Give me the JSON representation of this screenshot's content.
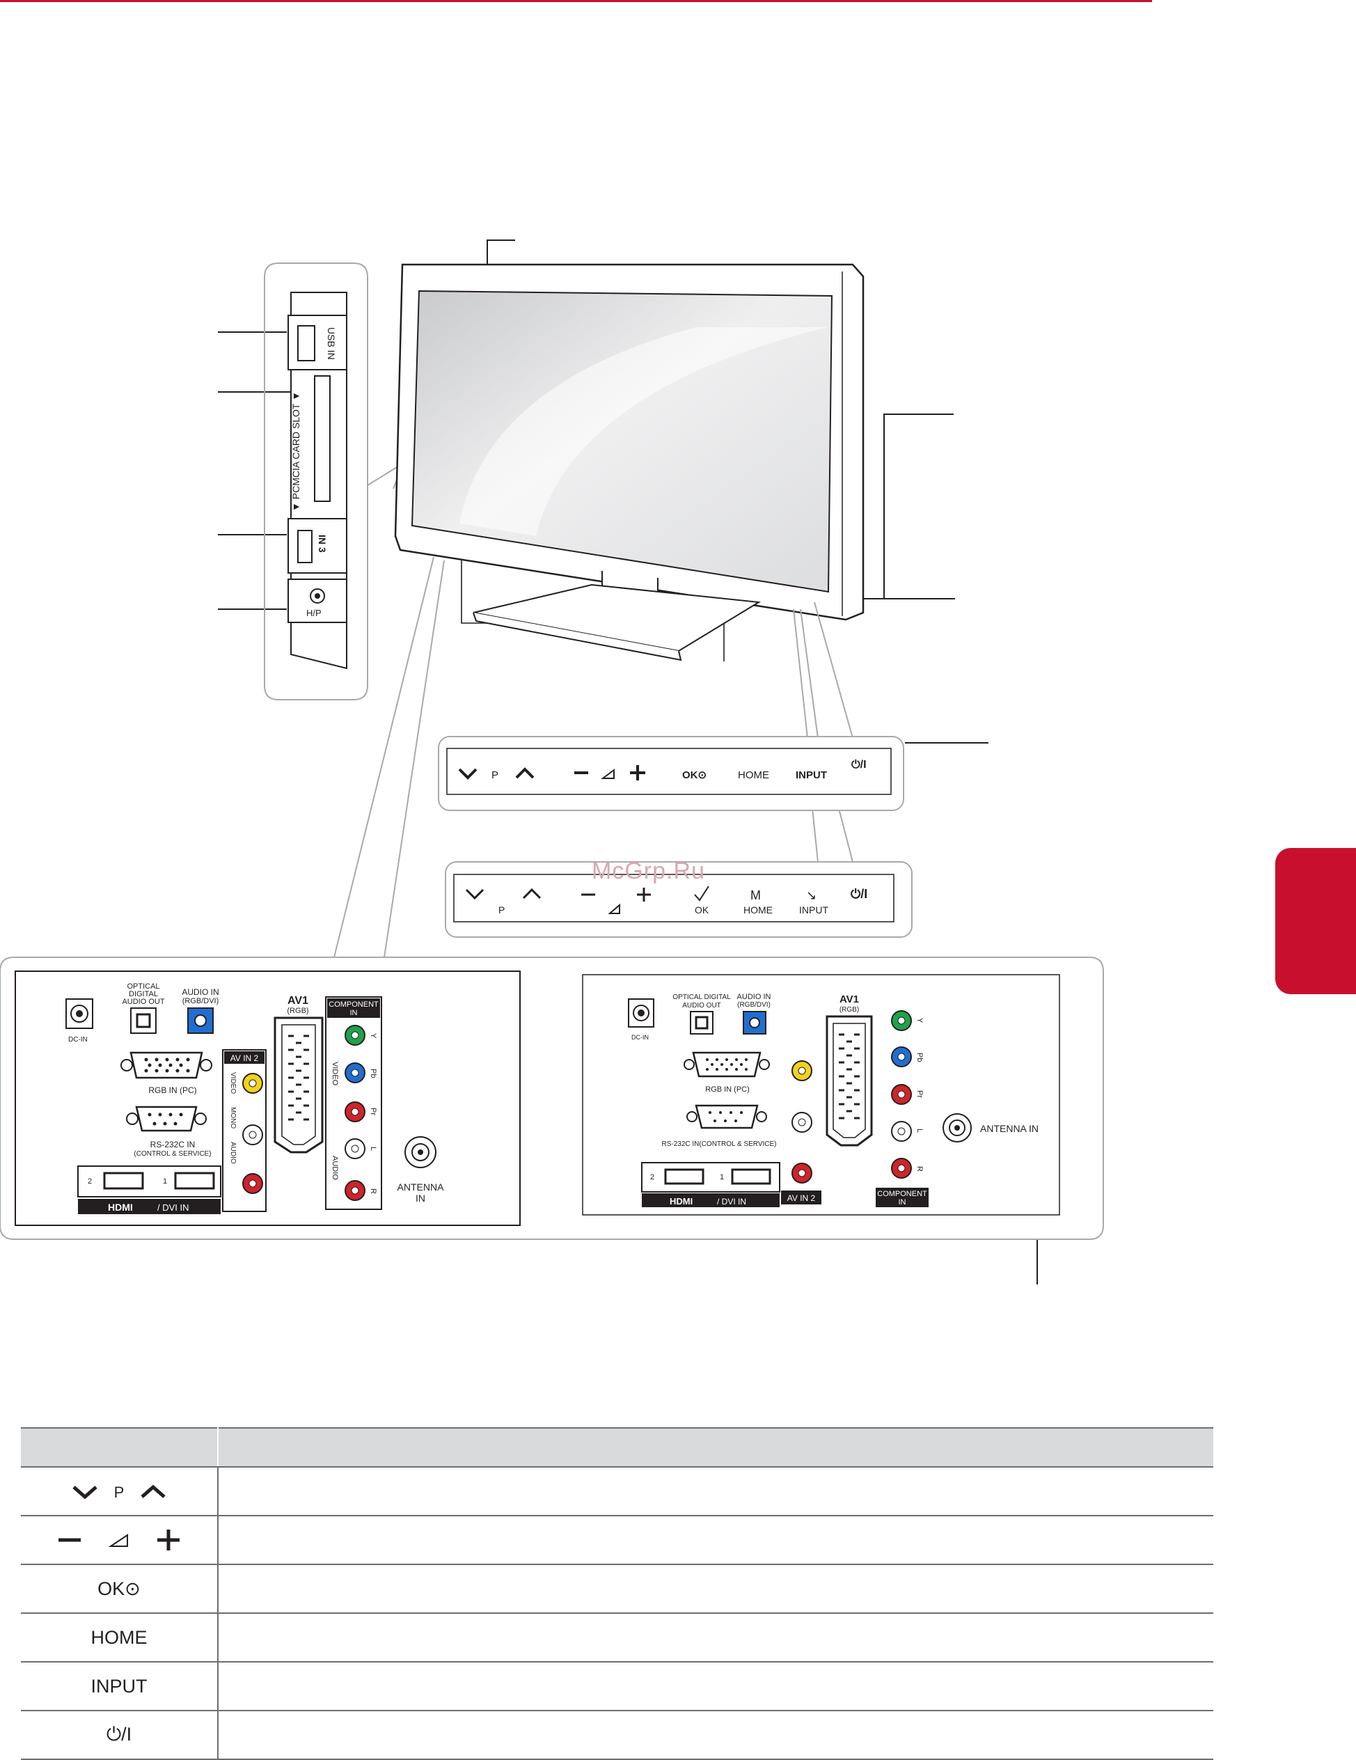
{
  "watermark": "McGrp.Ru",
  "side_panel": {
    "usb_label": "USB IN",
    "pcmcia_label": "▼ PCMCIA CARD SLOT ▼",
    "hdmi_label": "IN 3",
    "headphone_label": "H/P"
  },
  "control_strip_a": {
    "p_label": "P",
    "ok_label": "OK⊙",
    "home_label": "HOME",
    "input_label": "INPUT",
    "power_label": "⏻/I"
  },
  "control_strip_b": {
    "p_label": "P",
    "ok_label": "OK",
    "home_label": "HOME",
    "input_label": "INPUT",
    "power_label": "⏻/I"
  },
  "rear_panel_a": {
    "dc_in": "DC-IN",
    "optical": [
      "OPTICAL",
      "DIGITAL",
      "AUDIO OUT"
    ],
    "audio_in": [
      "AUDIO IN",
      "(RGB/DVI)"
    ],
    "av1": [
      "AV1",
      "(RGB)"
    ],
    "component": [
      "COMPONENT",
      "IN"
    ],
    "av_in2": "AV IN 2",
    "video": "VIDEO",
    "mono": "MONO",
    "audio": "AUDIO",
    "rgb_in": "RGB IN (PC)",
    "rs232": [
      "RS-232C IN",
      "(CONTROL & SERVICE)"
    ],
    "hdmi_dvi": "/ DVI IN",
    "antenna": [
      "ANTENNA",
      "IN"
    ],
    "comp_labels": [
      "Y",
      "Pb",
      "Pr",
      "L",
      "R"
    ],
    "video_vert": "VIDEO",
    "audio_vert": "AUDIO",
    "hdmi_nums": [
      "2",
      "1"
    ]
  },
  "rear_panel_b": {
    "dc_in": "DC-IN",
    "optical": [
      "OPTICAL DIGITAL",
      "AUDIO OUT"
    ],
    "audio_in": [
      "AUDIO IN",
      "(RGB/DVI)"
    ],
    "av1": [
      "AV1",
      "(RGB)"
    ],
    "rgb_in": "RGB IN (PC)",
    "rs232": "RS-232C IN(CONTROL & SERVICE)",
    "hdmi_dvi": "/ DVI IN",
    "av_in2": "AV IN 2",
    "component": [
      "COMPONENT",
      "IN"
    ],
    "antenna": "ANTENNA IN",
    "comp_labels": [
      "Y",
      "Pb",
      "Pr",
      "L",
      "R"
    ],
    "hdmi_nums": [
      "2",
      "1"
    ]
  },
  "table": {
    "header": [
      "",
      ""
    ],
    "rows": [
      {
        "symbol": "P",
        "description": ""
      },
      {
        "symbol": "",
        "description": ""
      },
      {
        "symbol": "OK⊙",
        "description": ""
      },
      {
        "symbol": "HOME",
        "description": ""
      },
      {
        "symbol": "INPUT",
        "description": ""
      },
      {
        "symbol": "⏻/I",
        "description": ""
      }
    ]
  },
  "colors": {
    "accent": "#c8102e",
    "table_header": "#d9dadb",
    "jack_green": "#1fa34a",
    "jack_blue": "#1f6fd1",
    "jack_red": "#d2232a",
    "jack_yellow": "#f2d21b"
  }
}
